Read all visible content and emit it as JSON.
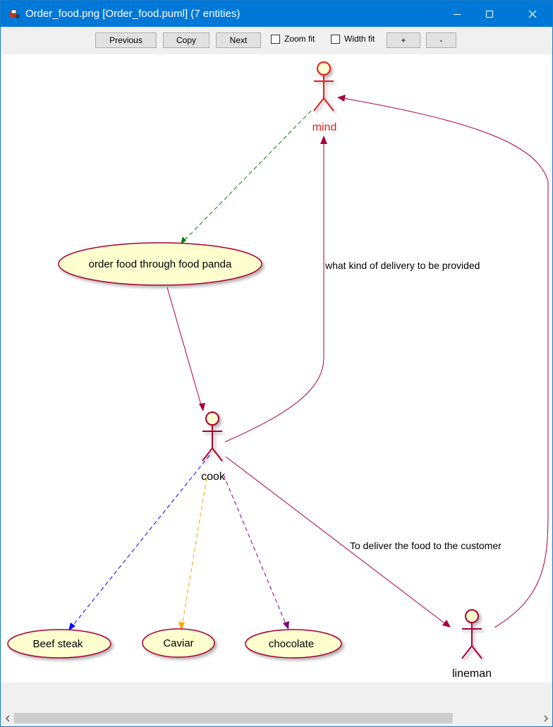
{
  "window": {
    "title": "Order_food.png [Order_food.puml] (7 entities)",
    "icon": "app-icon",
    "controls": [
      "minimize-icon",
      "maximize-icon",
      "close-icon"
    ]
  },
  "toolbar": {
    "previous_label": "Previous",
    "copy_label": "Copy",
    "next_label": "Next",
    "zoom_fit_label": "Zoom fit",
    "width_fit_label": "Width fit",
    "zoom_in_label": "+",
    "zoom_out_label": "-"
  },
  "diagram": {
    "actors": {
      "mind": "mind",
      "cook": "cook",
      "lineman": "lineman"
    },
    "usecases": {
      "order": "order food through food panda",
      "beef": "Beef steak",
      "caviar": "Caviar",
      "chocolate": "chocolate"
    },
    "labels": {
      "cook_to_mind": "what kind of delivery to be provided",
      "cook_to_lineman": "To deliver the food to the customer"
    },
    "colors": {
      "actor_default": "#a80036",
      "actor_mind": "#e51c1c",
      "usecase_fill": "#fefece",
      "arrow_green": "#008000",
      "arrow_blue": "#0000ff",
      "arrow_orange": "#ffa500",
      "arrow_purple": "#800080"
    }
  }
}
